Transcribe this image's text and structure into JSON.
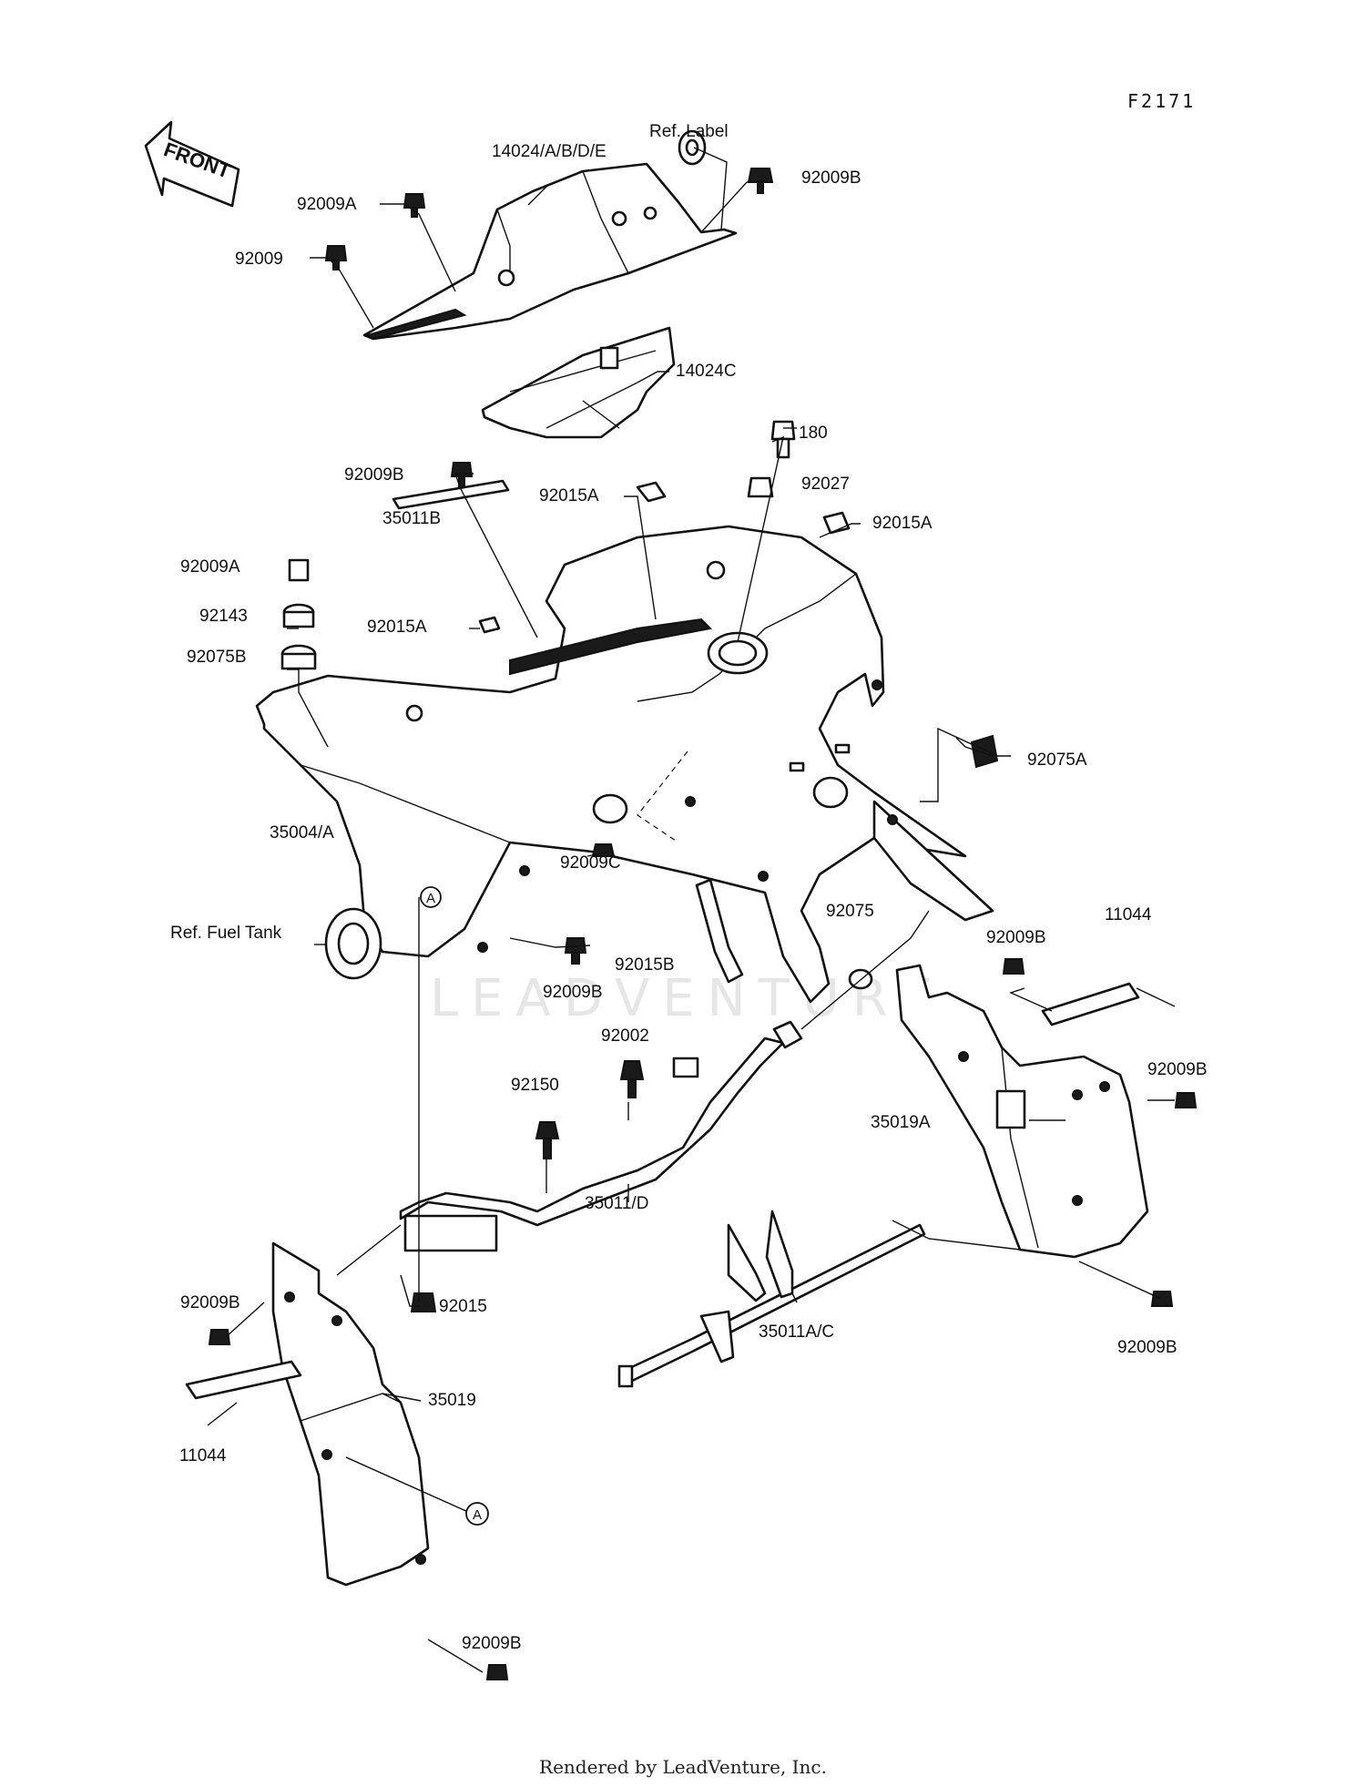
{
  "figure_id": "F2171",
  "front_arrow_text": "FRONT",
  "watermark": "LEADVENTURE",
  "footer": "Rendered by LeadVenture, Inc.",
  "parts": [
    {
      "id": "p1",
      "label": "14024/A/B/D/E"
    },
    {
      "id": "p2",
      "label": "Ref. Label"
    },
    {
      "id": "p3",
      "label": "92009B"
    },
    {
      "id": "p4",
      "label": "92009A"
    },
    {
      "id": "p5",
      "label": "92009"
    },
    {
      "id": "p6",
      "label": "14024C"
    },
    {
      "id": "p7",
      "label": "180"
    },
    {
      "id": "p8",
      "label": "92009B"
    },
    {
      "id": "p9",
      "label": "92015A"
    },
    {
      "id": "p10",
      "label": "92027"
    },
    {
      "id": "p11",
      "label": "35011B"
    },
    {
      "id": "p12",
      "label": "92015A"
    },
    {
      "id": "p13",
      "label": "92009A"
    },
    {
      "id": "p14",
      "label": "92143"
    },
    {
      "id": "p15",
      "label": "92015A"
    },
    {
      "id": "p16",
      "label": "92075B"
    },
    {
      "id": "p17",
      "label": "92075A"
    },
    {
      "id": "p18",
      "label": "35004/A"
    },
    {
      "id": "p19",
      "label": "92009C"
    },
    {
      "id": "p20",
      "label": "Ref. Fuel Tank"
    },
    {
      "id": "p21",
      "label": "92075"
    },
    {
      "id": "p22",
      "label": "92009B"
    },
    {
      "id": "p23",
      "label": "11044"
    },
    {
      "id": "p24",
      "label": "92015B"
    },
    {
      "id": "p25",
      "label": "92009B"
    },
    {
      "id": "p26",
      "label": "92002"
    },
    {
      "id": "p27",
      "label": "92009B"
    },
    {
      "id": "p28",
      "label": "92150"
    },
    {
      "id": "p29",
      "label": "35019A"
    },
    {
      "id": "p30",
      "label": "35011/D"
    },
    {
      "id": "p31",
      "label": "92009B"
    },
    {
      "id": "p32",
      "label": "92015"
    },
    {
      "id": "p33",
      "label": "35011A/C"
    },
    {
      "id": "p34",
      "label": "92009B"
    },
    {
      "id": "p35",
      "label": "35019"
    },
    {
      "id": "p36",
      "label": "11044"
    },
    {
      "id": "p37",
      "label": "92009B"
    }
  ],
  "reference_marker": "A"
}
